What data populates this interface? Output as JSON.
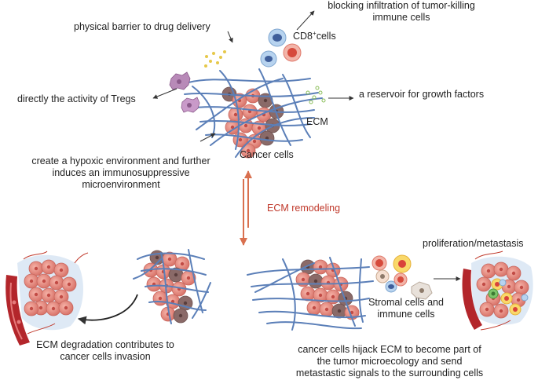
{
  "labels": {
    "physical_barrier": "physical barrier to drug delivery",
    "blocking_line1": "blocking infiltration of tumor-killing",
    "blocking_line2": "immune cells",
    "cd8_base": "CD8",
    "cd8_sup": "+",
    "cd8_suffix": "cells",
    "tregs": "directly the activity of Tregs",
    "reservoir": "a reservoir for growth factors",
    "ecm": "ECM",
    "hypoxic_line1": "create a hypoxic environment  and further",
    "hypoxic_line2": "induces an immunosuppressive",
    "hypoxic_line3": "microenvironment",
    "cancer_cells": "Cancer cells",
    "ecm_remodeling": "ECM remodeling",
    "proliferation": "proliferation/metastasis",
    "stromal_line1": "Stromal cells and",
    "stromal_line2": "immune cells",
    "degradation_line1": "ECM degradation contributes to",
    "degradation_line2": "cancer cells invasion",
    "hijack_line1": "cancer cells hijack  ECM to become part of",
    "hijack_line2": "the tumor microecology and send",
    "hijack_line3": "metastastic  signals to the surrounding cells"
  },
  "colors": {
    "fiber": "#5b7fb8",
    "tumor": "#e8928a",
    "tumor_dark": "#8d6a6a",
    "remodel_arrow": "#d9704f",
    "remodel_text": "#c0392b",
    "vessel": "#c0392b"
  }
}
